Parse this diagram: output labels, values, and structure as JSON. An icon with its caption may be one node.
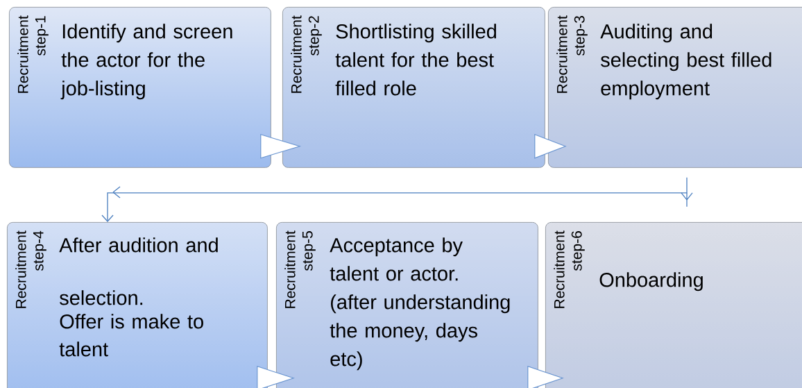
{
  "diagram": {
    "nodes": [
      {
        "text": [
          "Recruitment step-1",
          "Identify and screen the actor for the job-listing"
        ]
      },
      {
        "text": [
          "Recruitment step-2",
          "Shortlisting skilled talent for the best filled role"
        ]
      },
      {
        "text": [
          "Recruitment step-3",
          "Auditing and selecting best filled employment"
        ]
      },
      {
        "text": [
          "Recruitment step-4",
          "After audition and selection.",
          "Offer is make to talent"
        ]
      },
      {
        "text": [
          "Recruitment step-5",
          "Acceptance by talent or actor. (after understanding the money, days etc)"
        ]
      },
      {
        "text": [
          "Recruitment step-6",
          "Onboarding"
        ]
      }
    ],
    "edges": [
      {
        "from": 0,
        "to": 1,
        "arrow": "to"
      },
      {
        "from": 1,
        "to": 2,
        "arrow": "to"
      },
      {
        "from": 2,
        "to": 3,
        "arrow": "to",
        "color": "#4a7ebf"
      },
      {
        "from": 3,
        "to": 4,
        "arrow": "to"
      },
      {
        "from": 4,
        "to": 5,
        "arrow": "to"
      }
    ]
  }
}
